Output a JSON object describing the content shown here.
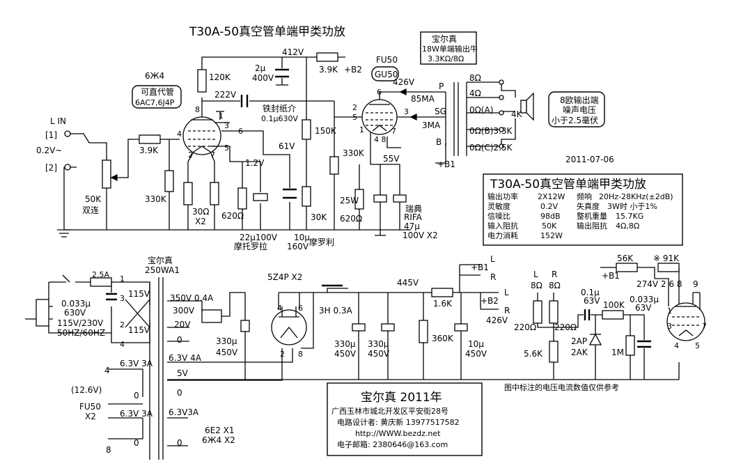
{
  "title": "T30A-50真空管单端甲类功放",
  "amp": {
    "input_label": "L IN",
    "in1": "[1]",
    "in2": "[2]",
    "in_level": "0.2V~",
    "pot": "50K",
    "pot_type": "双连",
    "r_grid": "3.9K",
    "r_330k_a": "330K",
    "tube1": "6Ж4",
    "tube1_sub_a": "可直代管",
    "tube1_sub_b": "6AC7,6J4P",
    "r_120k": "120K",
    "cap_2u": "2μ",
    "cap_2u_v": "400V",
    "v412": "412V",
    "r_39k_b2": "3.9K",
    "b2": "+B2",
    "v222": "222V",
    "cap_coupling_a": "铁封纸介",
    "cap_coupling_b": "0.1μ630V",
    "r_150k": "150K",
    "v61": "61V",
    "v12": "1.2V",
    "r_30k": "30K",
    "r_30ohm": "30Ω",
    "x2": "X2",
    "r_620a": "620Ω",
    "cap_22u": "22μ100V",
    "cap_22u_brand": "摩托罗拉",
    "cap_10u": "10μ",
    "cap_10u_v": "160V",
    "cap_10u_brand": "摩罗利",
    "r_330k_b": "330K",
    "tube2": "FU50",
    "tube2_box": "GU50",
    "v426": "426V",
    "i85": "85MA",
    "i3": "3MA",
    "v55": "55V",
    "r_25w": "25W",
    "r_620b": "620Ω",
    "cap_rifa_a": "瑞典",
    "cap_rifa_b": "RIFA",
    "cap_rifa_c": "47μ",
    "cap_rifa_d": "100V X2",
    "b1": "+B1",
    "opt_title_a": "宝尔真",
    "opt_title_b": "18W单端输出牛",
    "opt_title_c": "3.3KΩ/8Ω",
    "opt_p": "P",
    "opt_sg": "SG",
    "opt_b": "B",
    "tap_8": "8Ω",
    "tap_4": "4Ω",
    "tap_0a": "0Ω(A)",
    "tap_4k": "4K",
    "tap_0b": "0Ω(B)3.3K",
    "tap_0c": "0Ω(C)2.5K",
    "spk_note_a": "8欧输出端",
    "spk_note_b": "噪声电压",
    "spk_note_c": "小于2.5毫伏",
    "pins": {
      "p8": "8",
      "p1": "1",
      "p3": "3",
      "p4": "4",
      "p6": "6",
      "p5": "5",
      "p2": "2",
      "p7": "7",
      "f6": "6",
      "f2": "2",
      "f3": "3",
      "f5": "5",
      "f1": "1",
      "f48": "4 8",
      "f7": "7"
    }
  },
  "date": "2011-07-06",
  "spec": {
    "title": "T30A-50真空管单端甲类功放",
    "rows": [
      {
        "k1": "输出功率",
        "v1": "2X12W",
        "k2": "频响",
        "v2": "20Hz-28KHz(±2dB)"
      },
      {
        "k1": "灵敏度",
        "v1": "0.2V",
        "k2": "失真度",
        "v2": "3W时 小于1%"
      },
      {
        "k1": "信噪比",
        "v1": "98dB",
        "k2": "整机重量",
        "v2": "15.7KG"
      },
      {
        "k1": "输入阻抗",
        "v1": "50K",
        "k2": "输出阻抗",
        "v2": "4Ω,8Ω"
      },
      {
        "k1": "电力消耗",
        "v1": "152W",
        "k2": "",
        "v2": ""
      }
    ]
  },
  "psu": {
    "pt_a": "宝尔真",
    "pt_b": "250WA1",
    "fuse": "2.5A",
    "cap_033": "0.033μ",
    "cap_033_v": "630V",
    "mains_a": "115V/230V",
    "mains_b": "50HZ/60HZ",
    "pri_115a": "115V",
    "pri_115b": "115V",
    "n1": "1",
    "n2": "2",
    "n3": "3",
    "n4": "4",
    "n2b": "2",
    "n4b": "4",
    "s_350": "350V 0.4A",
    "s_300": "300V",
    "s_20": "20V",
    "s_0a": "0",
    "s_634a": "6.3V 4A",
    "s_5": "5V",
    "s_0b": "0",
    "rect": "5Z4P X2",
    "r_pin4": "4",
    "r_pin6": "6",
    "r_pin2": "2",
    "r_pin8": "8",
    "cap_330a": "330μ",
    "cap_330a_v": "450V",
    "choke": "3H 0.3A",
    "cap_330b": "330μ",
    "cap_330b_v": "450V",
    "cap_330c": "330μ",
    "cap_330c_v": "450V",
    "v445": "445V",
    "r_16k": "1.6K",
    "r_360k": "360K",
    "cap_10ub": "10μ",
    "cap_10ub_v": "450V",
    "b1": "+B1",
    "b2": "+B2",
    "l1": "L",
    "r1": "R",
    "l2": "L",
    "r2": "R",
    "v426": "426V",
    "h1_num": "4",
    "h1": "6.3V 3A",
    "h1_0": "0",
    "h_126": "(12.6V)",
    "fu50": "FU50",
    "fu50_x2": "X2",
    "h2": "6.3V 3A",
    "h2_0": "0",
    "h2_num": "8",
    "h3": "6.3V3A",
    "h3_0": "0",
    "h3_tubes_a": "6E2 X1",
    "h3_tubes_b": "6Ж4 X2"
  },
  "indicator": {
    "r_56k": "56K",
    "r_91k": "※ 91K",
    "b1": "+B1",
    "v274": "274V 2 6 8",
    "p9": "9",
    "lbl_l": "L",
    "lbl_r": "R",
    "r8a": "8Ω",
    "r8b": "8Ω",
    "r220a": "220Ω",
    "r220b": "220Ω",
    "r56": "5.6K",
    "c01": "0.1μ",
    "c01_v": "63V",
    "r100k": "100K",
    "c033": "0.033μ",
    "c033_v": "63V",
    "d_a": "2AP",
    "d_b": "2AK",
    "r1m": "1M",
    "t1": "1",
    "t3": "3",
    "t4": "4",
    "t5": "5",
    "t7": "7"
  },
  "footer": {
    "brand": "宝尔真 2011年",
    "addr": "广西玉林市城北开发区平安街28号",
    "designer": "电路设计者: 黄庆新 13977517582",
    "web": "http://WWW.bezdz.net",
    "email": "电子邮箱: 2380646@163.com",
    "note": "图中标注的电压电流数值仅供参考"
  }
}
